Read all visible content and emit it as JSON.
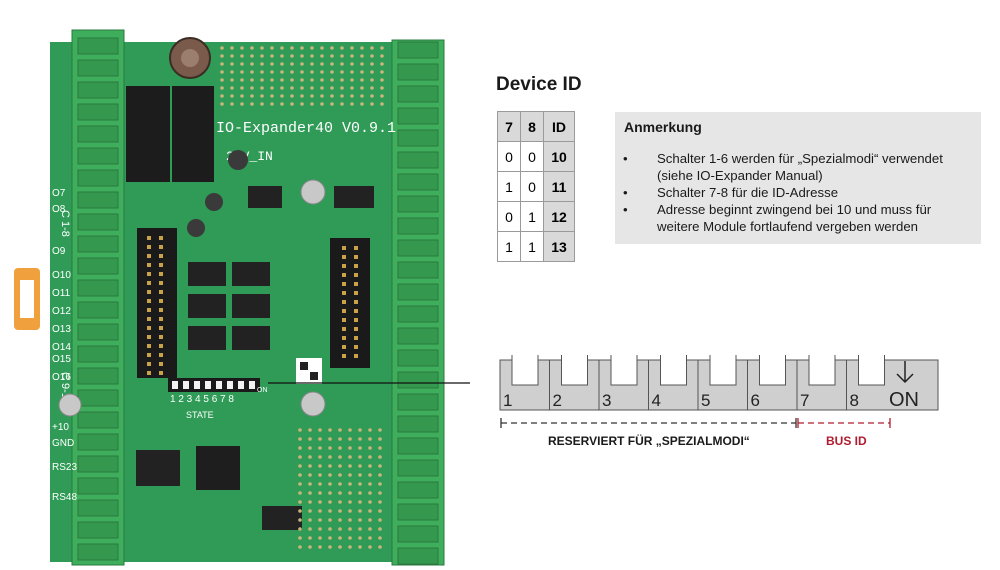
{
  "pcb": {
    "board_label": "IO-Expander40 V0.9.1",
    "power_label": "24V_IN",
    "dip_numbers": "1 2 3 4 5 6 7 8",
    "dip_on": "ON",
    "side_label_top": "C 1-8",
    "side_label_bottom": "C 9-16",
    "state_label": "STATE",
    "left_labels": [
      "O7",
      "O8",
      "O9",
      "O10",
      "O11",
      "O12",
      "O13",
      "O14",
      "O15",
      "O16",
      "+10",
      "GND",
      "RS23",
      "RS48"
    ],
    "colors": {
      "board": "#2f9b57",
      "terminal": "#3fae5c",
      "chip": "#222222"
    }
  },
  "device_id": {
    "title": "Device ID",
    "headers": [
      "7",
      "8",
      "ID"
    ],
    "rows": [
      [
        "0",
        "0",
        "10"
      ],
      [
        "1",
        "0",
        "11"
      ],
      [
        "0",
        "1",
        "12"
      ],
      [
        "1",
        "1",
        "13"
      ]
    ]
  },
  "note": {
    "title": "Anmerkung",
    "bullet": "•",
    "items": [
      "Schalter 1-6 werden für „Spezialmodi“ verwendet (siehe IO-Expander Manual)",
      "Schalter 7-8 für die ID-Adresse",
      "Adresse beginnt zwingend bei 10 und muss für weitere Module fortlaufend vergeben werden"
    ]
  },
  "dip_switch": {
    "numbers": [
      "1",
      "2",
      "3",
      "4",
      "5",
      "6",
      "7",
      "8"
    ],
    "on_label": "ON",
    "reserved_label": "RESERVIERT FÜR „SPEZIALMODI“",
    "bus_label": "BUS ID",
    "colors": {
      "body": "#cfcfcf",
      "reserved_line": "#333333",
      "bus_line": "#b01c2e"
    }
  }
}
